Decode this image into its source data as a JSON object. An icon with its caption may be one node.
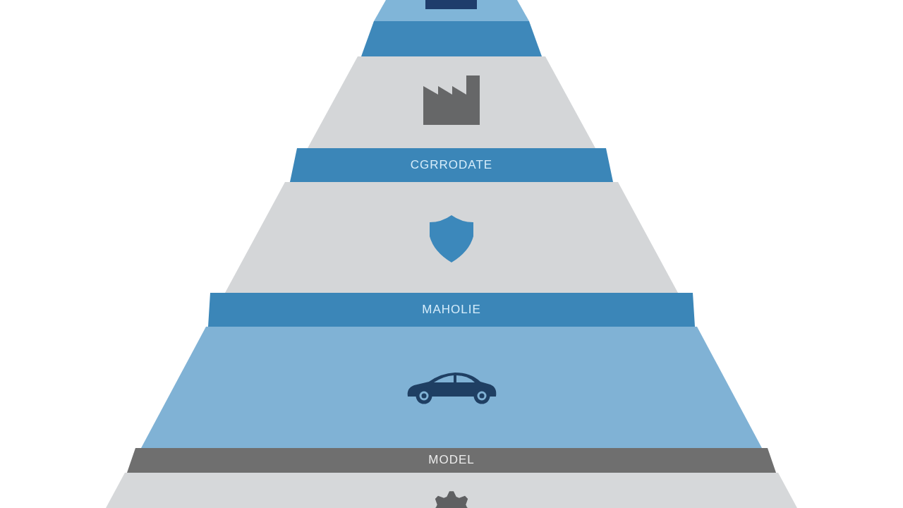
{
  "diagram": {
    "nodes": [
      {
        "text": [],
        "shape": "trapezoid"
      },
      {
        "text": [],
        "shape": "trapezoid"
      },
      {
        "text": [],
        "shape": "trapezoid"
      },
      {
        "text": [
          "CGRRODATE"
        ]
      },
      {
        "text": [],
        "shape": "trapezoid"
      },
      {
        "text": [
          "MAHOLIE"
        ]
      },
      {
        "text": [],
        "shape": "trapezoid"
      },
      {
        "text": [
          "MODEL"
        ]
      },
      {
        "text": [],
        "shape": "trapezoid"
      }
    ]
  }
}
